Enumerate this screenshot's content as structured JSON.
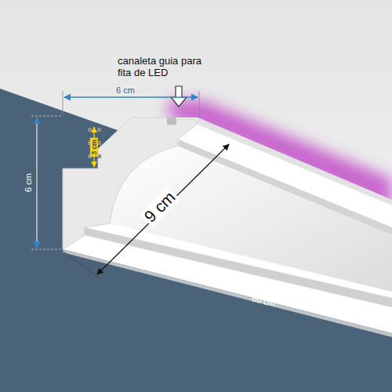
{
  "diagram": {
    "labels": [
      "canaleta guia para fita de LED",
      "6 cm",
      "6 cm",
      "3 cm",
      "9 cm",
      "60 cm"
    ]
  }
}
